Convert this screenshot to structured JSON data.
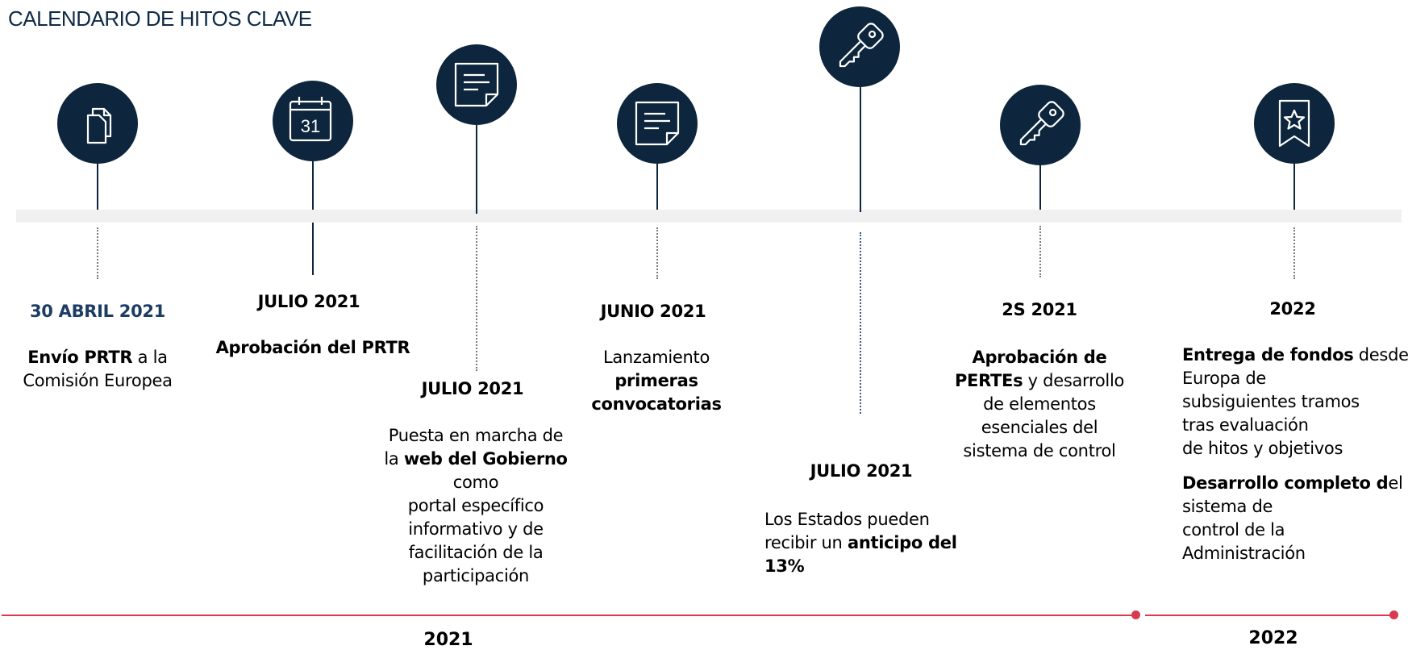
{
  "title": "CALENDARIO DE HITOS CLAVE",
  "milestones": [
    {
      "icon": "documents-icon",
      "date": "30 ABRIL 2021",
      "desc": [
        [
          [
            "b",
            "Envío PRTR"
          ],
          [
            "t",
            " a la"
          ]
        ],
        [
          [
            "t",
            "Comisión Europea"
          ]
        ]
      ]
    },
    {
      "icon": "calendar-icon",
      "icon_text": "31",
      "date": "JULIO 2021",
      "desc": [
        [
          [
            "b",
            "Aprobación del PRTR"
          ]
        ]
      ]
    },
    {
      "icon": "note-icon",
      "date": "JULIO 2021",
      "desc": [
        [
          [
            "t",
            "Puesta en marcha de"
          ]
        ],
        [
          [
            "t",
            "la "
          ],
          [
            "b",
            "web del Gobierno"
          ]
        ],
        [
          [
            "t",
            "como"
          ]
        ],
        [
          [
            "t",
            "portal específico"
          ]
        ],
        [
          [
            "t",
            "informativo y de"
          ]
        ],
        [
          [
            "t",
            "facilitación de la"
          ]
        ],
        [
          [
            "t",
            "participación"
          ]
        ]
      ]
    },
    {
      "icon": "note-icon",
      "date": "JUNIO 2021",
      "desc": [
        [
          [
            "t",
            "Lanzamiento"
          ]
        ],
        [
          [
            "b",
            "primeras"
          ]
        ],
        [
          [
            "b",
            "convocatorias"
          ]
        ]
      ]
    },
    {
      "icon": "key-icon",
      "date": "JULIO 2021",
      "desc": [
        [
          [
            "t",
            "Los Estados pueden"
          ]
        ],
        [
          [
            "t",
            "recibir un "
          ],
          [
            "b",
            "anticipo del"
          ]
        ],
        [
          [
            "b",
            "13%"
          ]
        ]
      ]
    },
    {
      "icon": "key-icon",
      "date": "2S 2021",
      "desc": [
        [
          [
            "b",
            "Aprobación de"
          ]
        ],
        [
          [
            "b",
            "PERTEs"
          ],
          [
            "t",
            " y desarrollo"
          ]
        ],
        [
          [
            "t",
            "de elementos"
          ]
        ],
        [
          [
            "t",
            "esenciales del"
          ]
        ],
        [
          [
            "t",
            "sistema de control"
          ]
        ]
      ]
    },
    {
      "icon": "bookmark-star-icon",
      "date": "2022",
      "desc": [
        [
          [
            "b",
            "Entrega de fondos"
          ],
          [
            "t",
            " desde"
          ]
        ],
        [
          [
            "t",
            "Europa de"
          ]
        ],
        [
          [
            "t",
            "subsiguientes tramos"
          ]
        ],
        [
          [
            "t",
            "tras evaluación"
          ]
        ],
        [
          [
            "t",
            "de hitos y objetivos"
          ]
        ],
        "gap",
        [
          [
            "b",
            "Desarrollo completo d"
          ],
          [
            "t",
            "el"
          ]
        ],
        [
          [
            "t",
            "sistema de"
          ]
        ],
        [
          [
            "t",
            "control de la"
          ]
        ],
        [
          [
            "t",
            "Administración"
          ]
        ]
      ]
    }
  ],
  "years": [
    {
      "label": "2021"
    },
    {
      "label": "2022"
    }
  ],
  "colors": {
    "icon_circle": "#0d263d",
    "title": "#0d2a45",
    "timeline_red": "#d93a4e",
    "band": "#f0f0f0"
  }
}
